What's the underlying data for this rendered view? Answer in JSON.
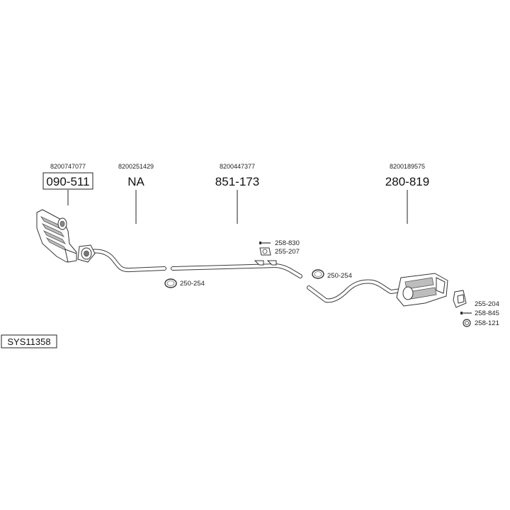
{
  "parts": {
    "catalyst": {
      "oe_number": "8200747077",
      "part_number": "090-511"
    },
    "front_pipe": {
      "oe_number": "8200251429",
      "part_number": "NA"
    },
    "center_pipe": {
      "oe_number": "8200447377",
      "part_number": "851-173"
    },
    "rear_silencer": {
      "oe_number": "8200189575",
      "part_number": "280-819"
    }
  },
  "accessories": {
    "clamp_front": "250-254",
    "bolt_center": "258-830",
    "mount_center": "255-207",
    "clamp_rear": "250-254",
    "mount_rear": "255-204",
    "bolt_rear": "258-845",
    "ring_rear": "258-121"
  },
  "system_code": "SYS11358"
}
